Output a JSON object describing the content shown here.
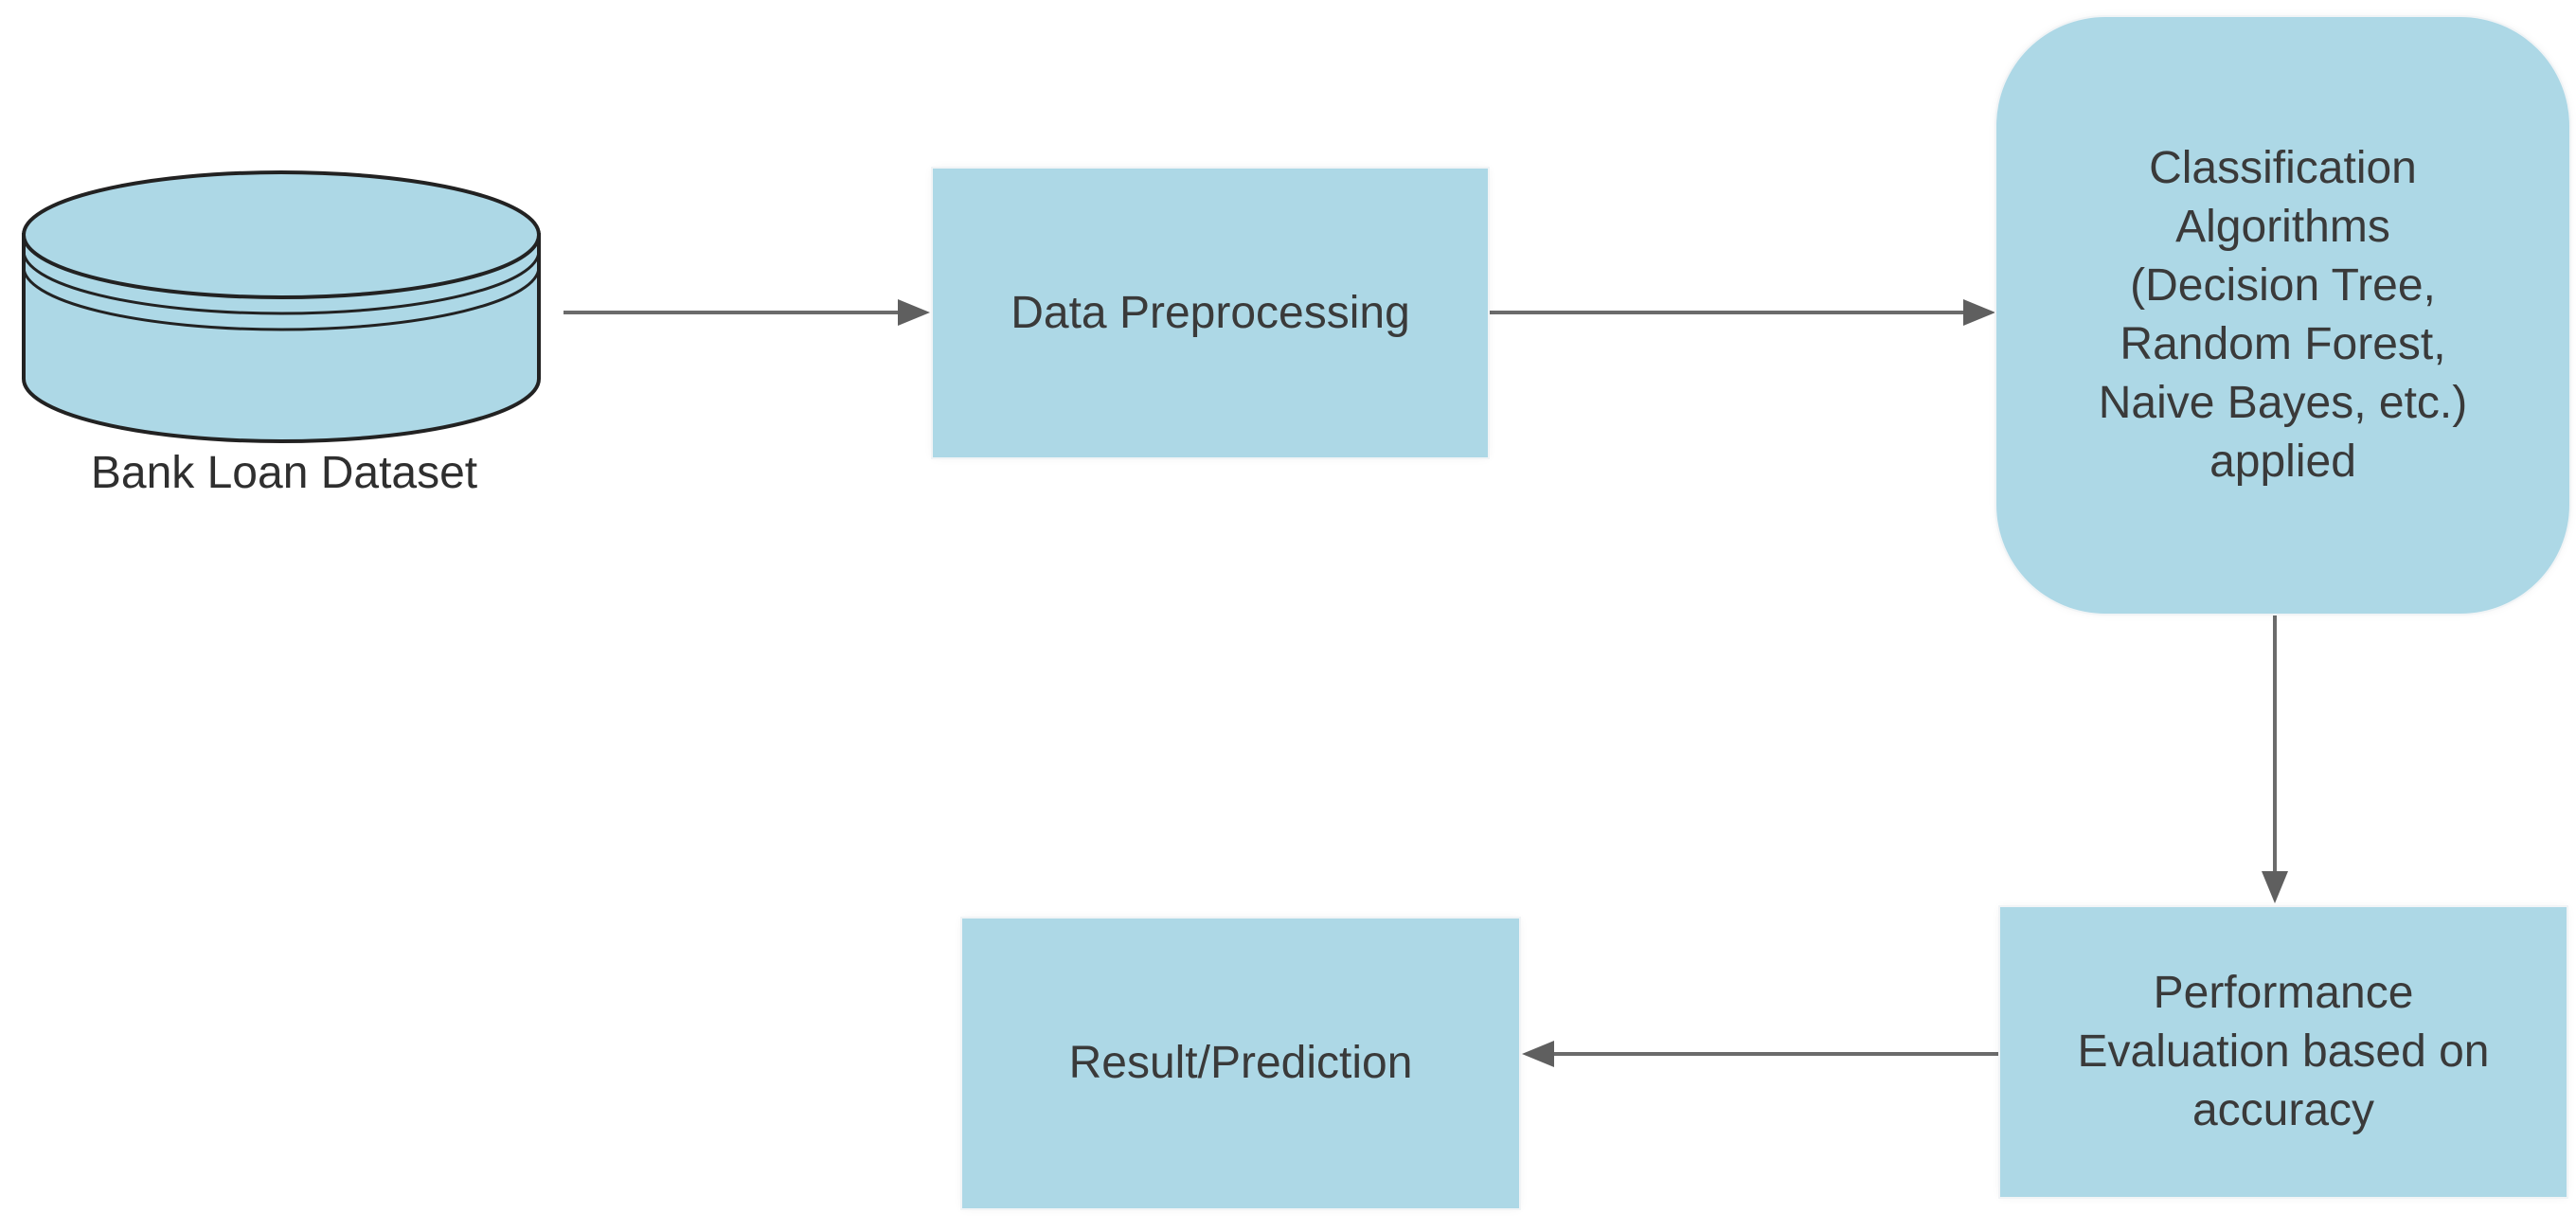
{
  "diagram": {
    "dataset": {
      "label": "Bank Loan Dataset",
      "fill": "#add8e6"
    },
    "preprocess": {
      "label": "Data Preprocessing"
    },
    "classify": {
      "label": "Classification\nAlgorithms\n(Decision Tree,\nRandom Forest,\nNaive Bayes, etc.)\napplied"
    },
    "evaluation": {
      "label": "Performance\nEvaluation based on\naccuracy"
    },
    "result": {
      "label": "Result/Prediction"
    },
    "colors": {
      "box_fill": "#add8e6",
      "arrow": "#6b6b6b",
      "text": "#3a3a3a"
    }
  }
}
